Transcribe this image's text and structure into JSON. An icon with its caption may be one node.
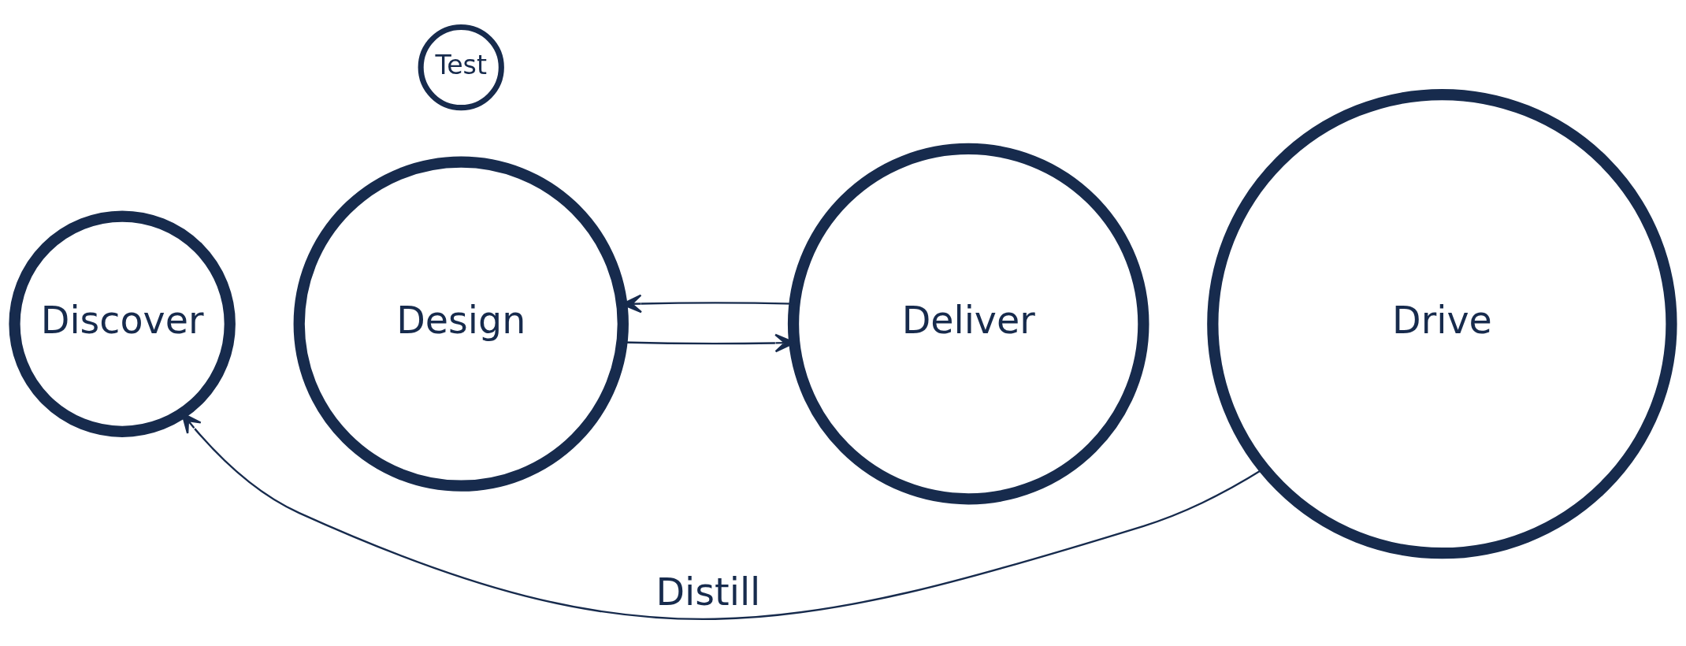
{
  "diagram": {
    "nodes": [
      {
        "text": [
          "Discover"
        ]
      },
      {
        "text": [
          "Design"
        ]
      },
      {
        "text": [
          "Test"
        ]
      },
      {
        "text": [
          "Deliver"
        ]
      },
      {
        "text": [
          "Drive"
        ]
      }
    ],
    "edges": [
      {
        "from": 1,
        "to": 3,
        "arrow": "to"
      },
      {
        "from": 3,
        "to": 1,
        "arrow": "to"
      },
      {
        "from": 4,
        "to": 0,
        "arrow": "to",
        "label": "Distill"
      }
    ]
  }
}
